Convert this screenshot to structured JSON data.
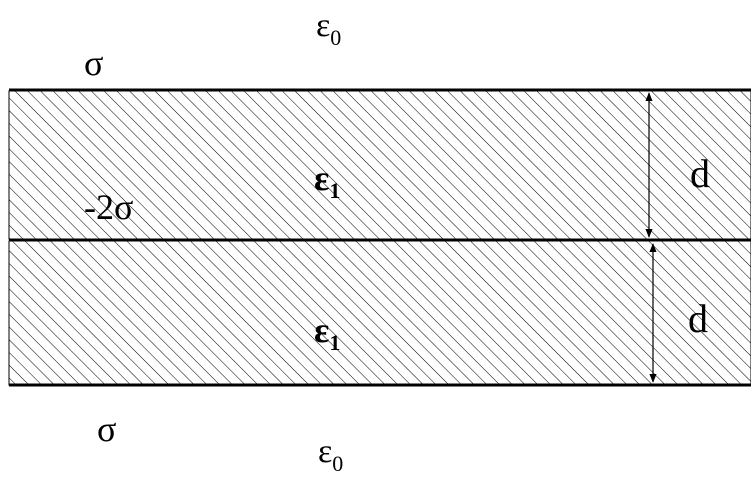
{
  "top_region": {
    "permittivity": "ε",
    "permittivity_subscript": "0",
    "surface_charge": "σ"
  },
  "middle_interface": {
    "surface_charge": "-2σ"
  },
  "upper_layer": {
    "permittivity": "ε",
    "permittivity_subscript": "1",
    "thickness_label": "d"
  },
  "lower_layer": {
    "permittivity": "ε",
    "permittivity_subscript": "1",
    "thickness_label": "d"
  },
  "bottom_region": {
    "permittivity": "ε",
    "permittivity_subscript": "0",
    "surface_charge": "σ"
  },
  "colors": {
    "ink": "#000000",
    "background": "#ffffff"
  }
}
